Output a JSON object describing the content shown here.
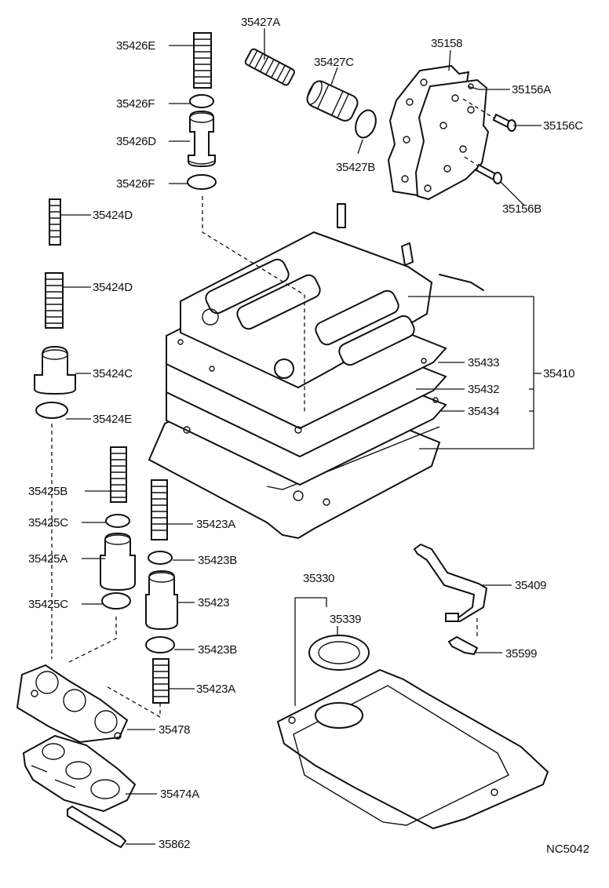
{
  "diagram_code": "NC5042",
  "labels": {
    "p35426E": "35426E",
    "p35426F_top": "35426F",
    "p35426D": "35426D",
    "p35426F_bot": "35426F",
    "p35427A": "35427A",
    "p35427C": "35427C",
    "p35427B": "35427B",
    "p35158": "35158",
    "p35156A": "35156A",
    "p35156C": "35156C",
    "p35156B": "35156B",
    "p35424D_top": "35424D",
    "p35424D_bot": "35424D",
    "p35424C": "35424C",
    "p35424E": "35424E",
    "p35433": "35433",
    "p35432": "35432",
    "p35434": "35434",
    "p35410": "35410",
    "p35425B": "35425B",
    "p35425C_top": "35425C",
    "p35425A": "35425A",
    "p35425C_bot": "35425C",
    "p35423A_top": "35423A",
    "p35423B_top": "35423B",
    "p35423": "35423",
    "p35423B_bot": "35423B",
    "p35423A_bot": "35423A",
    "p35478": "35478",
    "p35474A": "35474A",
    "p35862": "35862",
    "p35330": "35330",
    "p35339": "35339",
    "p35409": "35409",
    "p35599": "35599"
  }
}
